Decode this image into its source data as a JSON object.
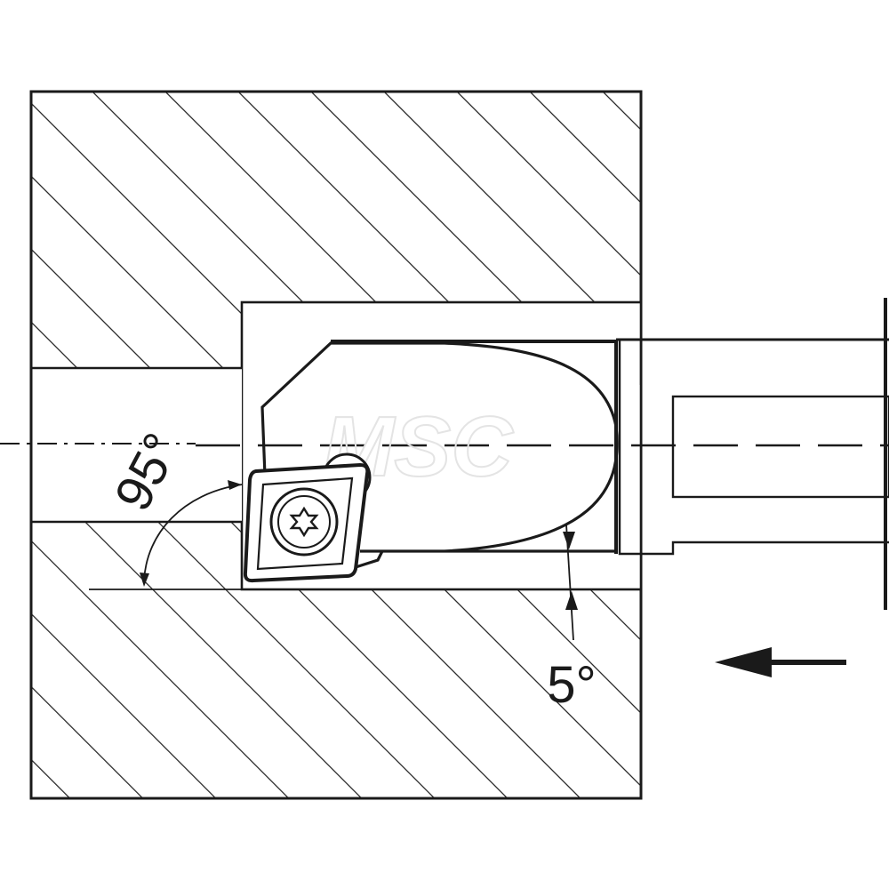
{
  "labels": {
    "approach_angle": "95°",
    "clearance_angle": "5°"
  },
  "watermark": "MSC",
  "colors": {
    "line": "#1a1a1a",
    "background": "#ffffff",
    "watermark": "#e4e4e4"
  },
  "icons": {
    "feed_direction": "arrow-left",
    "insert_screw": "torx-screw"
  }
}
